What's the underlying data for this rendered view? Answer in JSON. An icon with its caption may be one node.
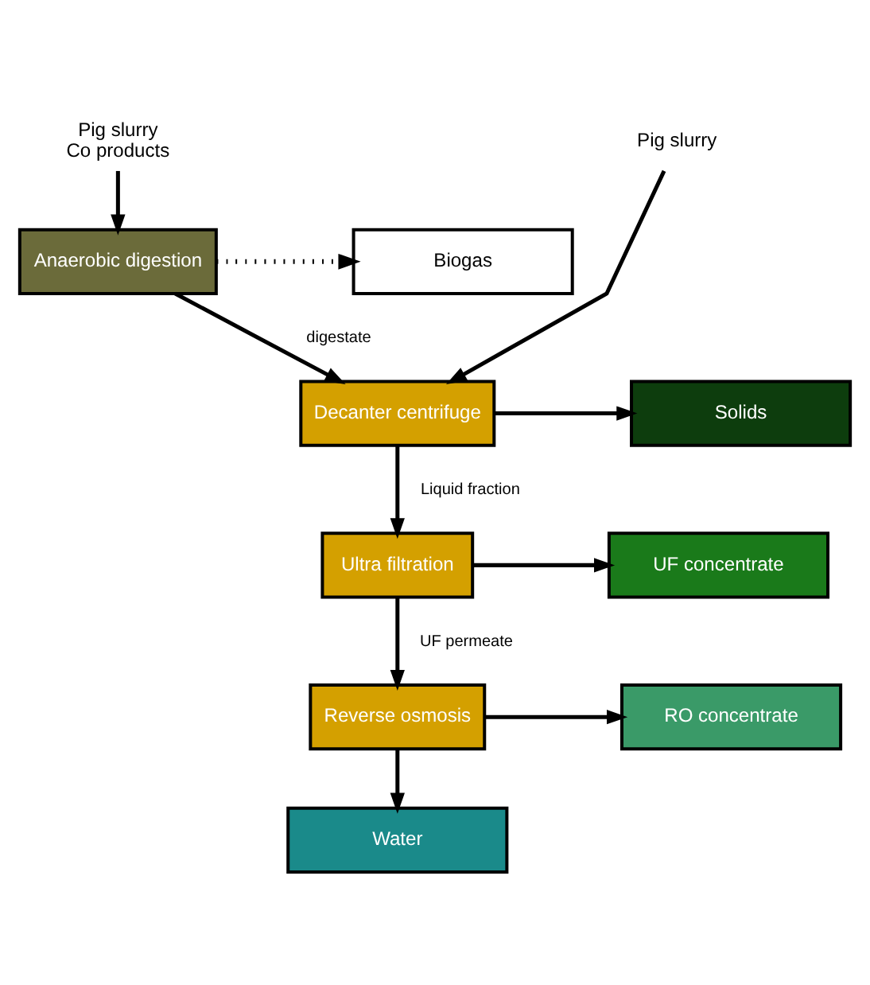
{
  "diagram": {
    "nodes": [
      {
        "text": [
          "Pig slurry",
          "Co products"
        ]
      },
      {
        "text": [
          "Pig slurry"
        ]
      },
      {
        "text": [
          "Anaerobic digestion"
        ]
      },
      {
        "text": [
          "Biogas"
        ]
      },
      {
        "text": [
          "Decanter centrifuge"
        ]
      },
      {
        "text": [
          "Solids"
        ]
      },
      {
        "text": [
          "Ultra filtration"
        ]
      },
      {
        "text": [
          "UF concentrate"
        ]
      },
      {
        "text": [
          "Reverse osmosis"
        ]
      },
      {
        "text": [
          "RO concentrate"
        ]
      },
      {
        "text": [
          "Water"
        ]
      }
    ],
    "edges": [
      {
        "from": 0,
        "to": 2,
        "arrow": "to"
      },
      {
        "from": 2,
        "to": 3,
        "arrow": "to",
        "style": "dashed"
      },
      {
        "from": 2,
        "to": 4,
        "arrow": "to",
        "label": "digestate"
      },
      {
        "from": 1,
        "to": 4,
        "arrow": "to"
      },
      {
        "from": 4,
        "to": 5,
        "arrow": "to"
      },
      {
        "from": 4,
        "to": 6,
        "arrow": "to",
        "label": "Liquid fraction"
      },
      {
        "from": 6,
        "to": 7,
        "arrow": "to"
      },
      {
        "from": 6,
        "to": 8,
        "arrow": "to",
        "label": "UF permeate"
      },
      {
        "from": 8,
        "to": 9,
        "arrow": "to"
      },
      {
        "from": 8,
        "to": 10,
        "arrow": "to"
      }
    ]
  }
}
